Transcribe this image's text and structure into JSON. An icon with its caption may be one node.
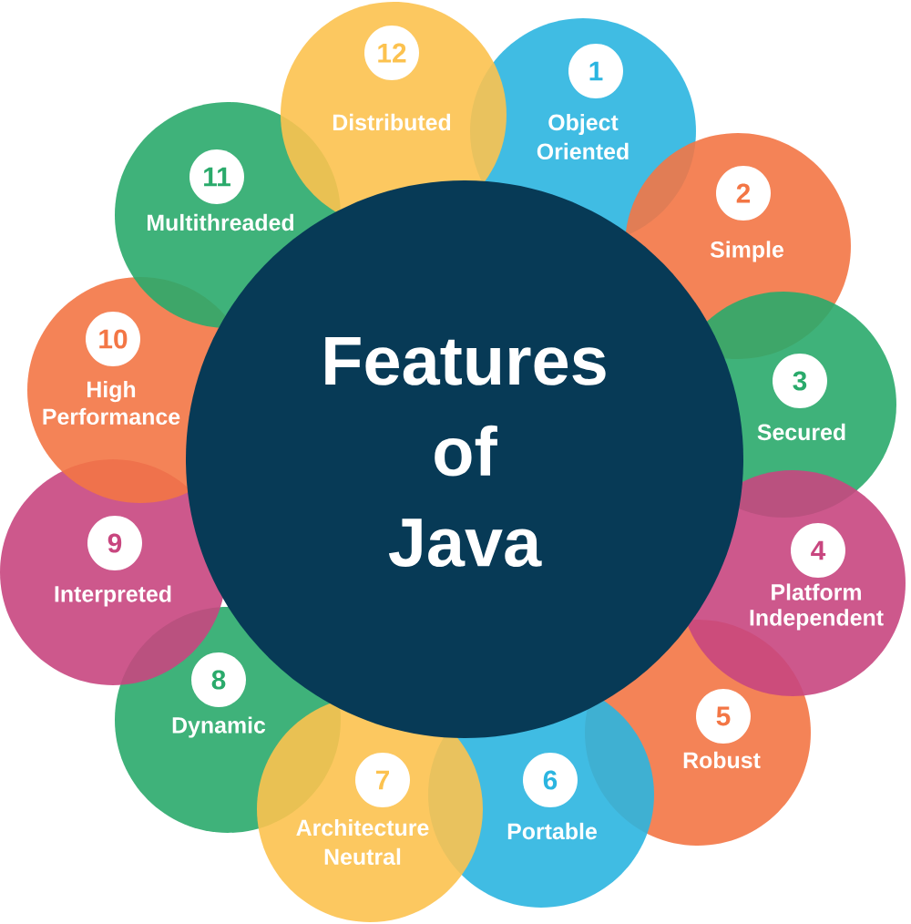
{
  "diagram": {
    "nodes": [
      {
        "text": [
          "Features of Java"
        ]
      },
      {
        "text": [
          "Object Oriented"
        ]
      },
      {
        "text": [
          "1"
        ],
        "in": 1
      },
      {
        "text": [
          "Simple"
        ]
      },
      {
        "text": [
          "2"
        ],
        "in": 3
      },
      {
        "text": [
          "Secured"
        ]
      },
      {
        "text": [
          "3"
        ],
        "in": 5
      },
      {
        "text": [
          "Platform Independent"
        ]
      },
      {
        "text": [
          "4"
        ],
        "in": 7
      },
      {
        "text": [
          "Robust"
        ]
      },
      {
        "text": [
          "5"
        ],
        "in": 9
      },
      {
        "text": [
          "Portable"
        ]
      },
      {
        "text": [
          "6"
        ],
        "in": 11
      },
      {
        "text": [
          "Architecture Neutral"
        ]
      },
      {
        "text": [
          "7"
        ],
        "in": 13
      },
      {
        "text": [
          "Dynamic"
        ]
      },
      {
        "text": [
          "8"
        ],
        "in": 15
      },
      {
        "text": [
          "Interpreted"
        ]
      },
      {
        "text": [
          "9"
        ],
        "in": 17
      },
      {
        "text": [
          "High Performance"
        ]
      },
      {
        "text": [
          "10"
        ],
        "in": 19
      },
      {
        "text": [
          "Multithreaded"
        ]
      },
      {
        "text": [
          "11"
        ],
        "in": 21
      },
      {
        "text": [
          "Distributed"
        ]
      },
      {
        "text": [
          "12"
        ],
        "in": 23
      }
    ]
  }
}
